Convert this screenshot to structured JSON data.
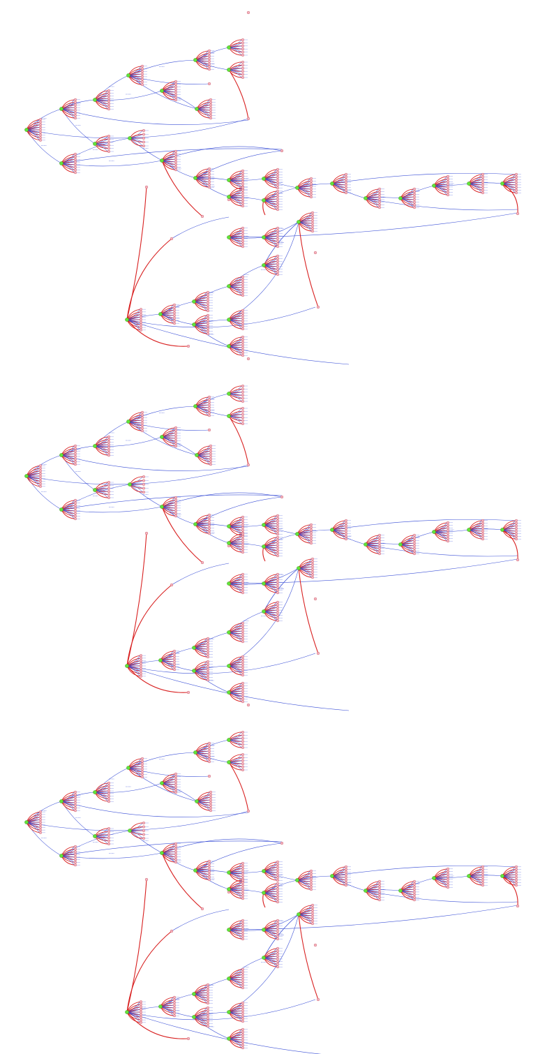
{
  "diagram": {
    "colors": {
      "background": "#ffffff",
      "hub_fill": "#62e23a",
      "leaf_fill": "#f6b6c0",
      "expand_edge": "#d81f1f",
      "transition_edge": "#3a4fd6"
    },
    "repeat_count": 3,
    "node_shapes": {
      "hub": "green-circle",
      "leaf": "pink-circle"
    }
  }
}
